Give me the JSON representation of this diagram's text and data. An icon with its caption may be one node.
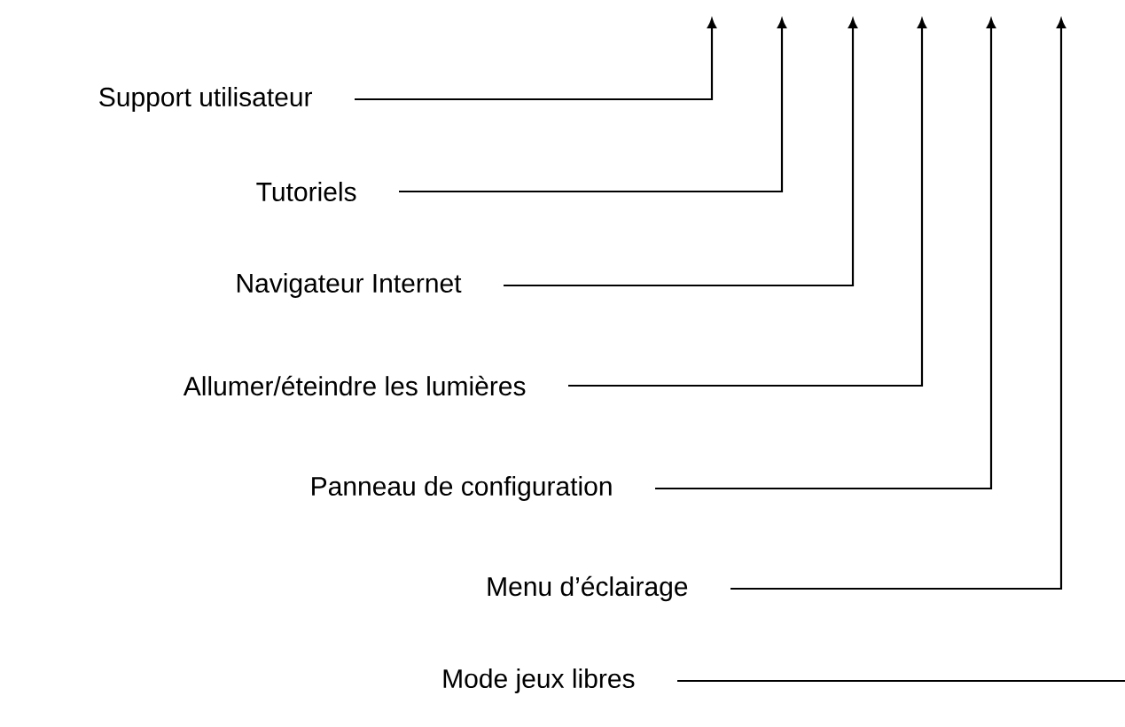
{
  "diagram": {
    "nodes": [
      {
        "text": [
          "Support utilisateur"
        ]
      },
      {
        "text": [
          "Tutoriels"
        ]
      },
      {
        "text": [
          "Navigateur Internet"
        ]
      },
      {
        "text": [
          "Allumer/éteindre les lumières"
        ]
      },
      {
        "text": [
          "Panneau de configuration"
        ]
      },
      {
        "text": [
          "Menu d’éclairage"
        ]
      },
      {
        "text": [
          "Mode jeux libres"
        ]
      }
    ],
    "edges": [
      {
        "from": 0,
        "to": null,
        "arrow": "to"
      },
      {
        "from": 1,
        "to": null,
        "arrow": "to"
      },
      {
        "from": 2,
        "to": null,
        "arrow": "to"
      },
      {
        "from": 3,
        "to": null,
        "arrow": "to"
      },
      {
        "from": 4,
        "to": null,
        "arrow": "to"
      },
      {
        "from": 5,
        "to": null,
        "arrow": "to"
      },
      {
        "from": 6,
        "to": null,
        "arrow": "none"
      }
    ]
  }
}
